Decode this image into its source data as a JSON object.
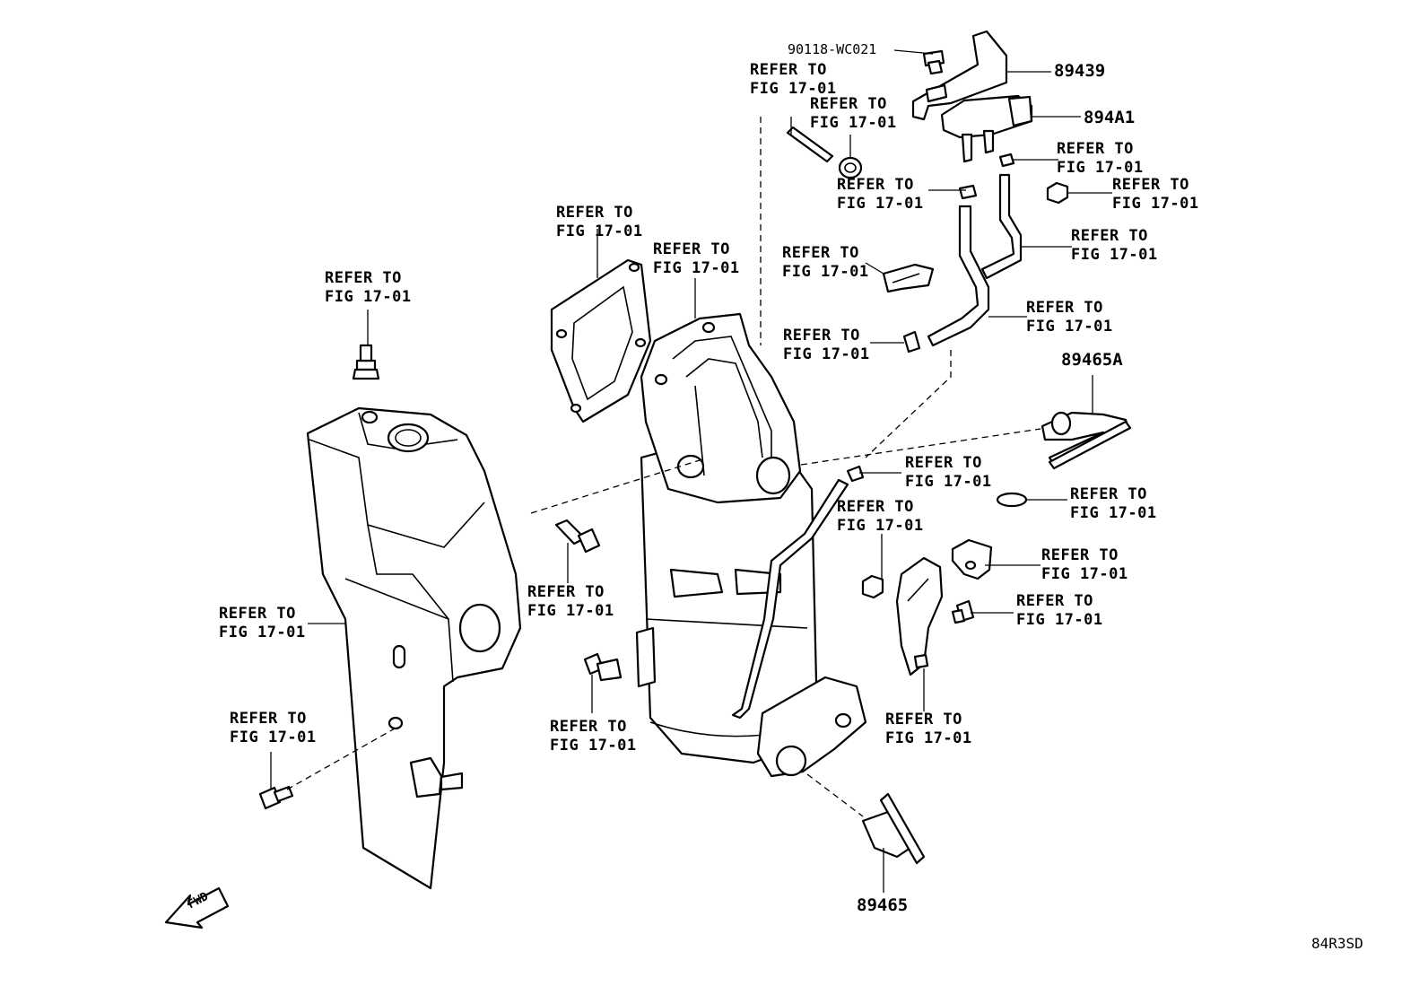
{
  "refer": {
    "line1": "REFER TO",
    "line2": "FIG 17-01"
  },
  "parts": {
    "bolt": "90118-WC021",
    "bracket": "89439",
    "sensor": "894A1",
    "oxygen_sensor_upper": "89465A",
    "oxygen_sensor_lower": "89465"
  },
  "fwd_label": "FWD",
  "diagram_code": "84R3SD"
}
